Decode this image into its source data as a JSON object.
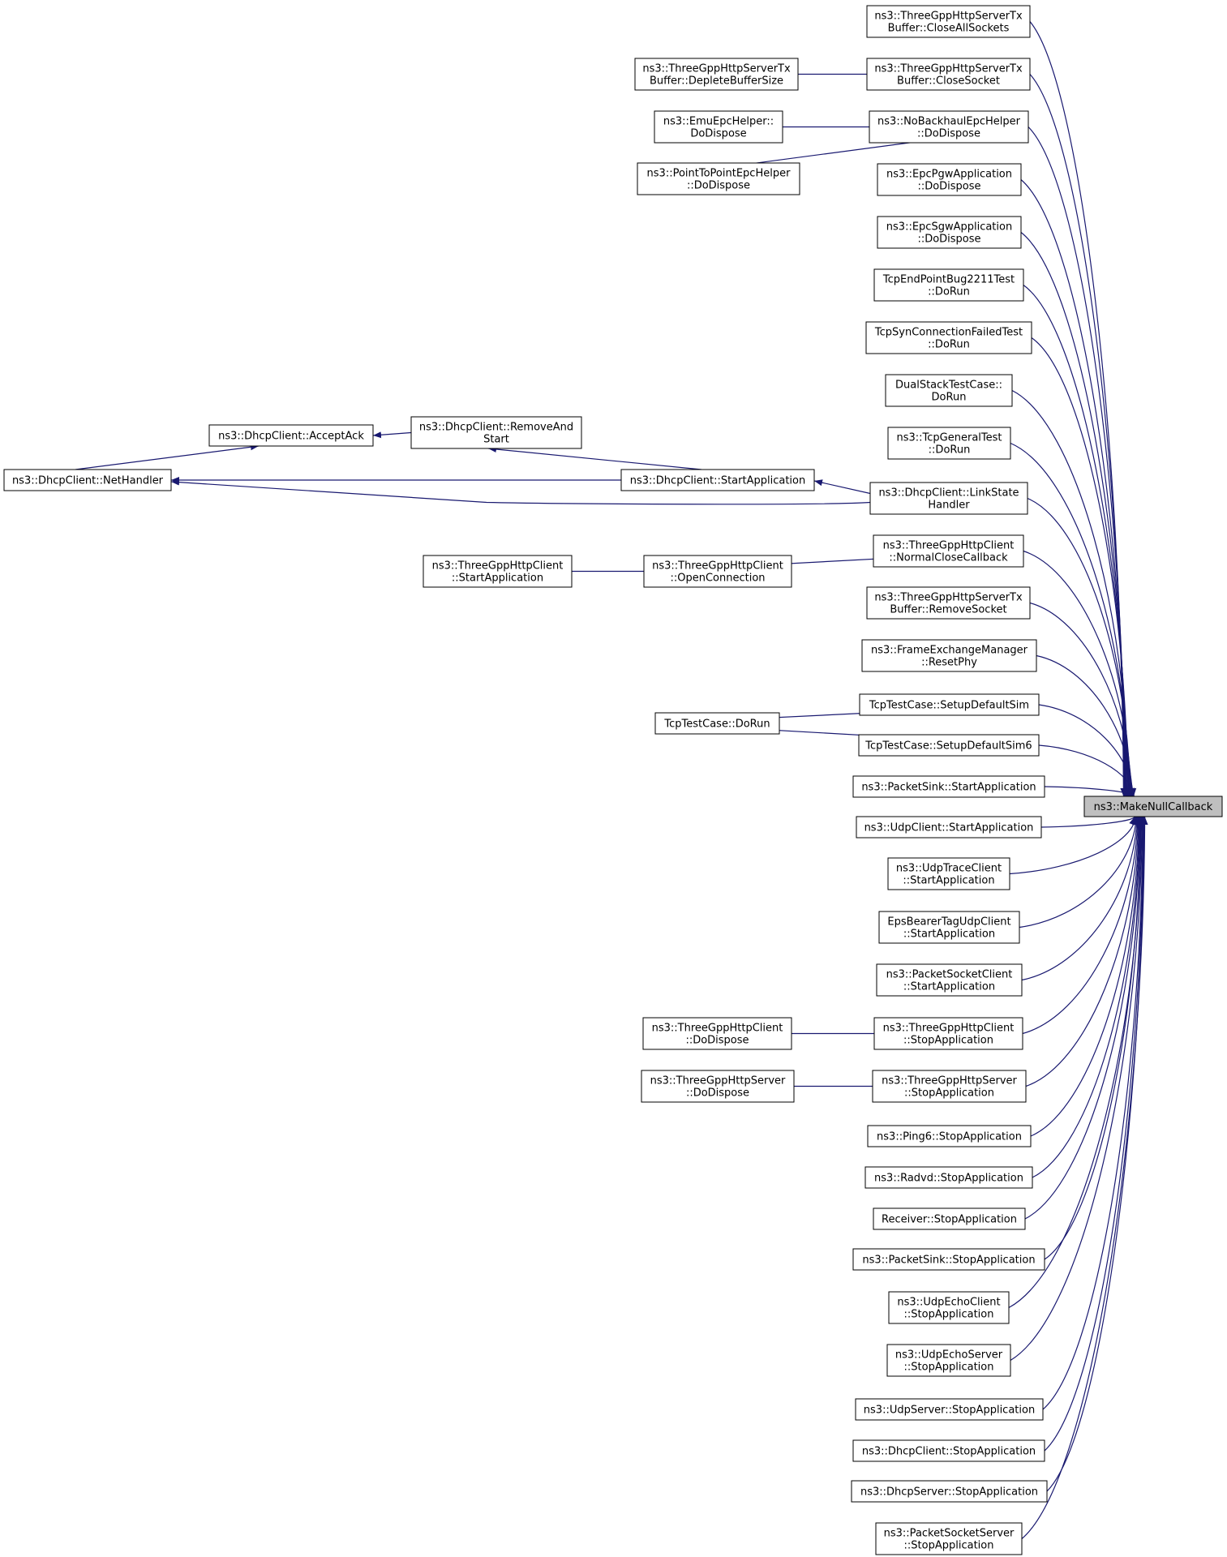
{
  "diagram": {
    "target": {
      "id": "mnc",
      "lines": [
        "ns3::MakeNullCallback"
      ]
    },
    "nodes": [
      {
        "id": "close_all",
        "lines": [
          "ns3::ThreeGppHttpServerTx",
          "Buffer::CloseAllSockets"
        ]
      },
      {
        "id": "close_sock",
        "lines": [
          "ns3::ThreeGppHttpServerTx",
          "Buffer::CloseSocket"
        ]
      },
      {
        "id": "deplete",
        "lines": [
          "ns3::ThreeGppHttpServerTx",
          "Buffer::DepleteBufferSize"
        ]
      },
      {
        "id": "noback",
        "lines": [
          "ns3::NoBackhaulEpcHelper",
          "::DoDispose"
        ]
      },
      {
        "id": "emu",
        "lines": [
          "ns3::EmuEpcHelper::",
          "DoDispose"
        ]
      },
      {
        "id": "p2p",
        "lines": [
          "ns3::PointToPointEpcHelper",
          "::DoDispose"
        ]
      },
      {
        "id": "pgw",
        "lines": [
          "ns3::EpcPgwApplication",
          "::DoDispose"
        ]
      },
      {
        "id": "sgw",
        "lines": [
          "ns3::EpcSgwApplication",
          "::DoDispose"
        ]
      },
      {
        "id": "tcpbug",
        "lines": [
          "TcpEndPointBug2211Test",
          "::DoRun"
        ]
      },
      {
        "id": "tcpsyn",
        "lines": [
          "TcpSynConnectionFailedTest",
          "::DoRun"
        ]
      },
      {
        "id": "dualstack",
        "lines": [
          "DualStackTestCase::",
          "DoRun"
        ]
      },
      {
        "id": "tcpgeneral",
        "lines": [
          "ns3::TcpGeneralTest",
          "::DoRun"
        ]
      },
      {
        "id": "acceptack",
        "lines": [
          "ns3::DhcpClient::AcceptAck"
        ]
      },
      {
        "id": "removeand",
        "lines": [
          "ns3::DhcpClient::RemoveAnd",
          "Start"
        ]
      },
      {
        "id": "nethandler",
        "lines": [
          "ns3::DhcpClient::NetHandler"
        ]
      },
      {
        "id": "dhcpstart",
        "lines": [
          "ns3::DhcpClient::StartApplication"
        ]
      },
      {
        "id": "linkstate",
        "lines": [
          "ns3::DhcpClient::LinkState",
          "Handler"
        ]
      },
      {
        "id": "normalclose",
        "lines": [
          "ns3::ThreeGppHttpClient",
          "::NormalCloseCallback"
        ]
      },
      {
        "id": "httpcstart",
        "lines": [
          "ns3::ThreeGppHttpClient",
          "::StartApplication"
        ]
      },
      {
        "id": "openconn",
        "lines": [
          "ns3::ThreeGppHttpClient",
          "::OpenConnection"
        ]
      },
      {
        "id": "removesock",
        "lines": [
          "ns3::ThreeGppHttpServerTx",
          "Buffer::RemoveSocket"
        ]
      },
      {
        "id": "resetphy",
        "lines": [
          "ns3::FrameExchangeManager",
          "::ResetPhy"
        ]
      },
      {
        "id": "setupsim",
        "lines": [
          "TcpTestCase::SetupDefaultSim"
        ]
      },
      {
        "id": "tcptcdorun",
        "lines": [
          "TcpTestCase::DoRun"
        ]
      },
      {
        "id": "setupsim6",
        "lines": [
          "TcpTestCase::SetupDefaultSim6"
        ]
      },
      {
        "id": "psinkstart",
        "lines": [
          "ns3::PacketSink::StartApplication"
        ]
      },
      {
        "id": "udpcstart",
        "lines": [
          "ns3::UdpClient::StartApplication"
        ]
      },
      {
        "id": "udptrace",
        "lines": [
          "ns3::UdpTraceClient",
          "::StartApplication"
        ]
      },
      {
        "id": "epsbearer",
        "lines": [
          "EpsBearerTagUdpClient",
          "::StartApplication"
        ]
      },
      {
        "id": "psockclient",
        "lines": [
          "ns3::PacketSocketClient",
          "::StartApplication"
        ]
      },
      {
        "id": "httpcstop",
        "lines": [
          "ns3::ThreeGppHttpClient",
          "::StopApplication"
        ]
      },
      {
        "id": "httpcdisp",
        "lines": [
          "ns3::ThreeGppHttpClient",
          "::DoDispose"
        ]
      },
      {
        "id": "httpsstop",
        "lines": [
          "ns3::ThreeGppHttpServer",
          "::StopApplication"
        ]
      },
      {
        "id": "httpsdisp",
        "lines": [
          "ns3::ThreeGppHttpServer",
          "::DoDispose"
        ]
      },
      {
        "id": "ping6",
        "lines": [
          "ns3::Ping6::StopApplication"
        ]
      },
      {
        "id": "radvd",
        "lines": [
          "ns3::Radvd::StopApplication"
        ]
      },
      {
        "id": "receiver",
        "lines": [
          "Receiver::StopApplication"
        ]
      },
      {
        "id": "psinkstop",
        "lines": [
          "ns3::PacketSink::StopApplication"
        ]
      },
      {
        "id": "echoclient",
        "lines": [
          "ns3::UdpEchoClient",
          "::StopApplication"
        ]
      },
      {
        "id": "echoserver",
        "lines": [
          "ns3::UdpEchoServer",
          "::StopApplication"
        ]
      },
      {
        "id": "udpserver",
        "lines": [
          "ns3::UdpServer::StopApplication"
        ]
      },
      {
        "id": "dhcpcstop",
        "lines": [
          "ns3::DhcpClient::StopApplication"
        ]
      },
      {
        "id": "dhcpsstop",
        "lines": [
          "ns3::DhcpServer::StopApplication"
        ]
      },
      {
        "id": "psockserver",
        "lines": [
          "ns3::PacketSocketServer",
          "::StopApplication"
        ]
      }
    ],
    "edges": [
      [
        "close_all",
        "mnc"
      ],
      [
        "close_sock",
        "mnc"
      ],
      [
        "deplete",
        "close_sock"
      ],
      [
        "noback",
        "mnc"
      ],
      [
        "emu",
        "noback"
      ],
      [
        "p2p",
        "noback"
      ],
      [
        "pgw",
        "mnc"
      ],
      [
        "sgw",
        "mnc"
      ],
      [
        "tcpbug",
        "mnc"
      ],
      [
        "tcpsyn",
        "mnc"
      ],
      [
        "dualstack",
        "mnc"
      ],
      [
        "tcpgeneral",
        "mnc"
      ],
      [
        "removeand",
        "acceptack"
      ],
      [
        "nethandler",
        "acceptack"
      ],
      [
        "dhcpstart",
        "removeand"
      ],
      [
        "dhcpstart",
        "nethandler"
      ],
      [
        "linkstate",
        "dhcpstart"
      ],
      [
        "linkstate",
        "nethandler"
      ],
      [
        "linkstate",
        "mnc"
      ],
      [
        "normalclose",
        "mnc"
      ],
      [
        "openconn",
        "normalclose"
      ],
      [
        "httpcstart",
        "openconn"
      ],
      [
        "removesock",
        "mnc"
      ],
      [
        "resetphy",
        "mnc"
      ],
      [
        "setupsim",
        "mnc"
      ],
      [
        "setupsim6",
        "mnc"
      ],
      [
        "tcptcdorun",
        "setupsim"
      ],
      [
        "tcptcdorun",
        "setupsim6"
      ],
      [
        "psinkstart",
        "mnc"
      ],
      [
        "udpcstart",
        "mnc"
      ],
      [
        "udptrace",
        "mnc"
      ],
      [
        "epsbearer",
        "mnc"
      ],
      [
        "psockclient",
        "mnc"
      ],
      [
        "httpcstop",
        "mnc"
      ],
      [
        "httpcdisp",
        "httpcstop"
      ],
      [
        "httpsstop",
        "mnc"
      ],
      [
        "httpsdisp",
        "httpsstop"
      ],
      [
        "ping6",
        "mnc"
      ],
      [
        "radvd",
        "mnc"
      ],
      [
        "receiver",
        "mnc"
      ],
      [
        "psinkstop",
        "mnc"
      ],
      [
        "echoclient",
        "mnc"
      ],
      [
        "echoserver",
        "mnc"
      ],
      [
        "udpserver",
        "mnc"
      ],
      [
        "dhcpcstop",
        "mnc"
      ],
      [
        "dhcpsstop",
        "mnc"
      ],
      [
        "psockserver",
        "mnc"
      ]
    ],
    "colors": {
      "edge": "#191970",
      "node_border": "#000000",
      "node_fill": "#ffffff",
      "target_fill": "#bfbfbf",
      "text": "#000000"
    }
  }
}
